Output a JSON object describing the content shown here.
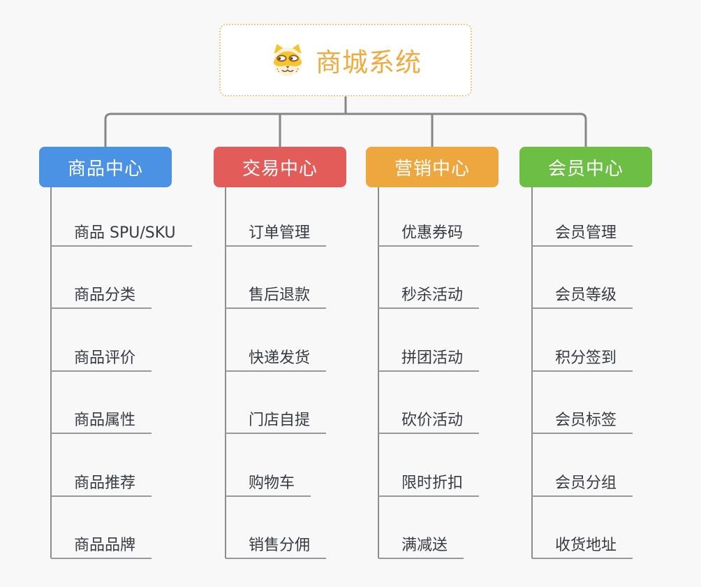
{
  "root": {
    "title": "商城系统",
    "icon": "dog-face-icon",
    "title_color": "#F2A93E",
    "border_color": "#F3C77E",
    "background": "#FFFFFF"
  },
  "colors": {
    "canvas_background": "#F8F8F8",
    "connector_level1": "#868686",
    "connector_level2": "#8D8D8D",
    "subtopic_underline": "#97999C",
    "subtopic_text": "#363B42"
  },
  "branches": [
    {
      "label": "商品中心",
      "color": "#4B92E5",
      "items": [
        "商品 SPU/SKU",
        "商品分类",
        "商品评价",
        "商品属性",
        "商品推荐",
        "商品品牌"
      ]
    },
    {
      "label": "交易中心",
      "color": "#E25C5A",
      "items": [
        "订单管理",
        "售后退款",
        "快递发货",
        "门店自提",
        "购物车",
        "销售分佣"
      ]
    },
    {
      "label": "营销中心",
      "color": "#EEA63F",
      "items": [
        "优惠券码",
        "秒杀活动",
        "拼团活动",
        "砍价活动",
        "限时折扣",
        "满减送"
      ]
    },
    {
      "label": "会员中心",
      "color": "#6CBE44",
      "items": [
        "会员管理",
        "会员等级",
        "积分签到",
        "会员标签",
        "会员分组",
        "收货地址"
      ]
    }
  ]
}
